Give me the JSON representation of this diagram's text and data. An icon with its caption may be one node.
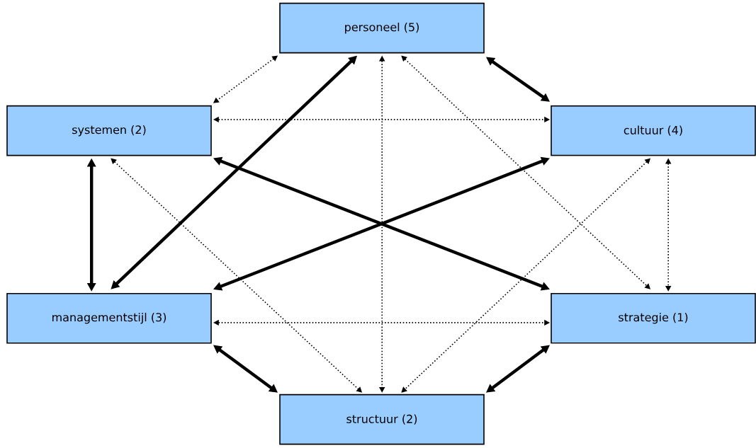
{
  "diagram": {
    "nodes": [
      {
        "text": [
          "personeel (5)"
        ]
      },
      {
        "text": [
          "systemen (2)"
        ]
      },
      {
        "text": [
          "cultuur (4)"
        ]
      },
      {
        "text": [
          "managementstijl (3)"
        ]
      },
      {
        "text": [
          "strategie (1)"
        ]
      },
      {
        "text": [
          "structuur (2)"
        ]
      }
    ],
    "edges": [
      {
        "from": 0,
        "to": 2,
        "arrow": "both",
        "style": "thick"
      },
      {
        "from": 1,
        "to": 3,
        "arrow": "both",
        "style": "thick"
      },
      {
        "from": 0,
        "to": 3,
        "arrow": "both",
        "style": "thick"
      },
      {
        "from": 2,
        "to": 3,
        "arrow": "both",
        "style": "thick"
      },
      {
        "from": 1,
        "to": 4,
        "arrow": "both",
        "style": "thick"
      },
      {
        "from": 3,
        "to": 5,
        "arrow": "both",
        "style": "thick"
      },
      {
        "from": 4,
        "to": 5,
        "arrow": "both",
        "style": "thick"
      },
      {
        "from": 0,
        "to": 1,
        "arrow": "both",
        "style": "dashed"
      },
      {
        "from": 1,
        "to": 2,
        "arrow": "both",
        "style": "dashed"
      },
      {
        "from": 0,
        "to": 5,
        "arrow": "both",
        "style": "dashed"
      },
      {
        "from": 0,
        "to": 4,
        "arrow": "both",
        "style": "dashed"
      },
      {
        "from": 1,
        "to": 5,
        "arrow": "both",
        "style": "dashed"
      },
      {
        "from": 2,
        "to": 5,
        "arrow": "both",
        "style": "dashed"
      },
      {
        "from": 2,
        "to": 4,
        "arrow": "both",
        "style": "dashed"
      },
      {
        "from": 3,
        "to": 4,
        "arrow": "both",
        "style": "dashed"
      }
    ]
  }
}
